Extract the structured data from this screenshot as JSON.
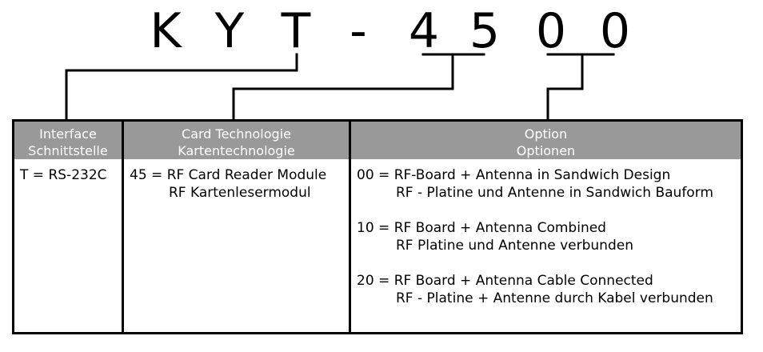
{
  "code": {
    "characters": [
      "K",
      "Y",
      "T",
      "-",
      "4",
      "5",
      "0",
      "0"
    ]
  },
  "table": {
    "columns": [
      {
        "id": "interface",
        "header": [
          "Interface",
          "Schnittstelle"
        ],
        "entries": [
          {
            "code": "T =",
            "lines": [
              "RS-232C"
            ]
          }
        ]
      },
      {
        "id": "technology",
        "header": [
          "Card Technologie",
          "Kartentechnologie"
        ],
        "entries": [
          {
            "code": "45 =",
            "lines": [
              "RF Card Reader Module",
              "RF Kartenlesermodul"
            ]
          }
        ]
      },
      {
        "id": "option",
        "header": [
          "Option",
          "Optionen"
        ],
        "entries": [
          {
            "code": "00 =",
            "lines": [
              "RF-Board + Antenna in Sandwich Design",
              "RF - Platine und Antenne in Sandwich Bauform"
            ]
          },
          {
            "code": "10 =",
            "lines": [
              "RF Board + Antenna Combined",
              "RF Platine und Antenne verbunden"
            ]
          },
          {
            "code": "20 =",
            "lines": [
              "RF Board + Antenna Cable Connected",
              "RF - Platine + Antenne durch Kabel verbunden"
            ]
          }
        ]
      }
    ]
  }
}
